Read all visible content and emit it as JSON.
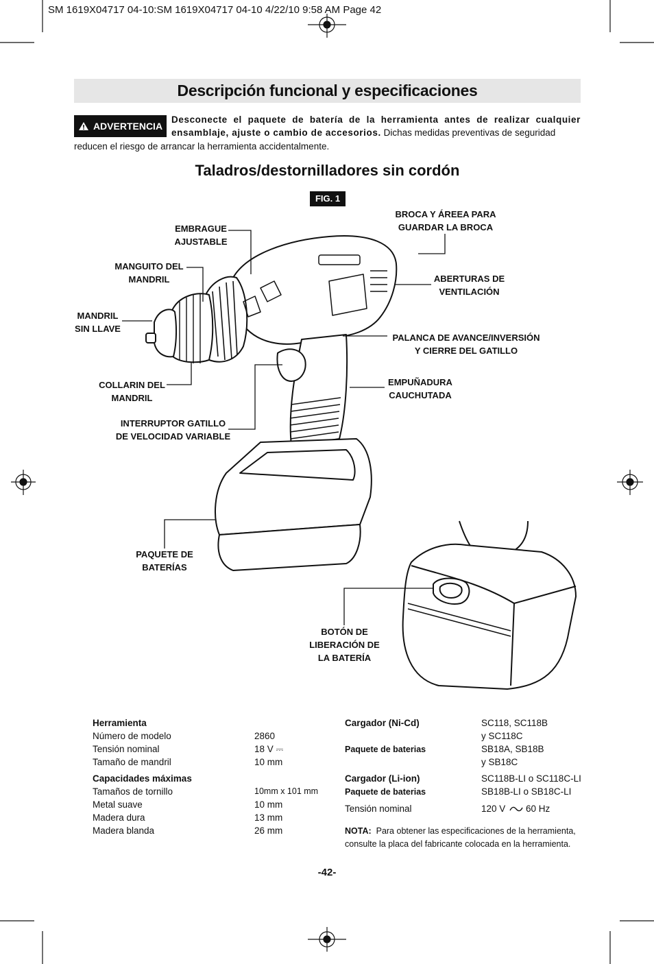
{
  "header": {
    "slug": "SM 1619X04717 04-10:SM 1619X04717 04-10  4/22/10  9:58 AM  Page 42"
  },
  "title": "Descripción funcional y especificaciones",
  "warning": {
    "badge": "ADVERTENCIA",
    "bold_text": "Desconecte el paquete de batería de la herramienta antes de realizar cualquier ensamblaje, ajuste o cambio de accesorios.",
    "text_line1": "Dichas medidas preventivas de seguridad",
    "text_line2": "reducen el riesgo de arrancar la herramienta accidentalmente."
  },
  "subtitle": "Taladros/destornilladores sin cordón",
  "figure": {
    "tag": "FIG. 1",
    "labels": {
      "embrague": [
        "EMBRAGUE",
        "AJUSTABLE"
      ],
      "manguito": [
        "MANGUITO DEL",
        "MANDRIL"
      ],
      "mandril": [
        "MANDRIL",
        "SIN LLAVE"
      ],
      "collarin": [
        "COLLARIN DEL",
        "MANDRIL"
      ],
      "interruptor": [
        "INTERRUPTOR GATILLO",
        "DE VELOCIDAD VARIABLE"
      ],
      "paquete": [
        "PAQUETE DE",
        "BATERÍAS"
      ],
      "broca": [
        "BROCA Y ÁREEA PARA",
        "GUARDAR LA BROCA"
      ],
      "aberturas": [
        "ABERTURAS DE",
        "VENTILACIÓN"
      ],
      "palanca": [
        "PALANCA DE AVANCE/INVERSIÓN",
        "Y CIERRE DEL GATILLO"
      ],
      "empunadura": [
        "EMPUÑADURA",
        "CAUCHUTADA"
      ],
      "boton": [
        "BOTÓN DE",
        "LIBERACIÓN DE",
        "LA BATERÍA"
      ]
    }
  },
  "specs": {
    "herramienta": {
      "heading": "Herramienta",
      "rows": [
        {
          "label": "Número de modelo",
          "value": "2860"
        },
        {
          "label": "Tensión nominal",
          "value": "18 V ⎓"
        },
        {
          "label": "Tamaño de mandril",
          "value": "10 mm"
        }
      ]
    },
    "capacidades": {
      "heading": "Capacidades máximas",
      "rows": [
        {
          "label": "Tamaños de tornillo",
          "value": "10mm x 101 mm"
        },
        {
          "label": "Metal suave",
          "value": "10 mm"
        },
        {
          "label": "Madera dura",
          "value": "13 mm"
        },
        {
          "label": "Madera blanda",
          "value": "26 mm"
        }
      ]
    },
    "cargador_nicd": {
      "label": "Cargador (Ni-Cd)",
      "value1": "SC118, SC118B",
      "value2": "y SC118C"
    },
    "paquete_nicd": {
      "label": "Paquete de baterias",
      "value1": "SB18A, SB18B",
      "value2": "y SB18C"
    },
    "cargador_liion": {
      "label": "Cargador (Li-ion)",
      "value": "SC118B-LI o SC118C-LI"
    },
    "paquete_liion": {
      "label": "Paquete de baterias",
      "value": "SB18B-LI o SB18C-LI"
    },
    "tension": {
      "label": "Tensión nominal",
      "value_left": "120 V",
      "value_right": "60 Hz"
    },
    "nota": {
      "label": "NOTA:",
      "line1": "Para obtener las especificaciones de la herramienta,",
      "line2": "consulte la placa del fabricante colocada en la herramienta."
    }
  },
  "page_number": "-42-"
}
